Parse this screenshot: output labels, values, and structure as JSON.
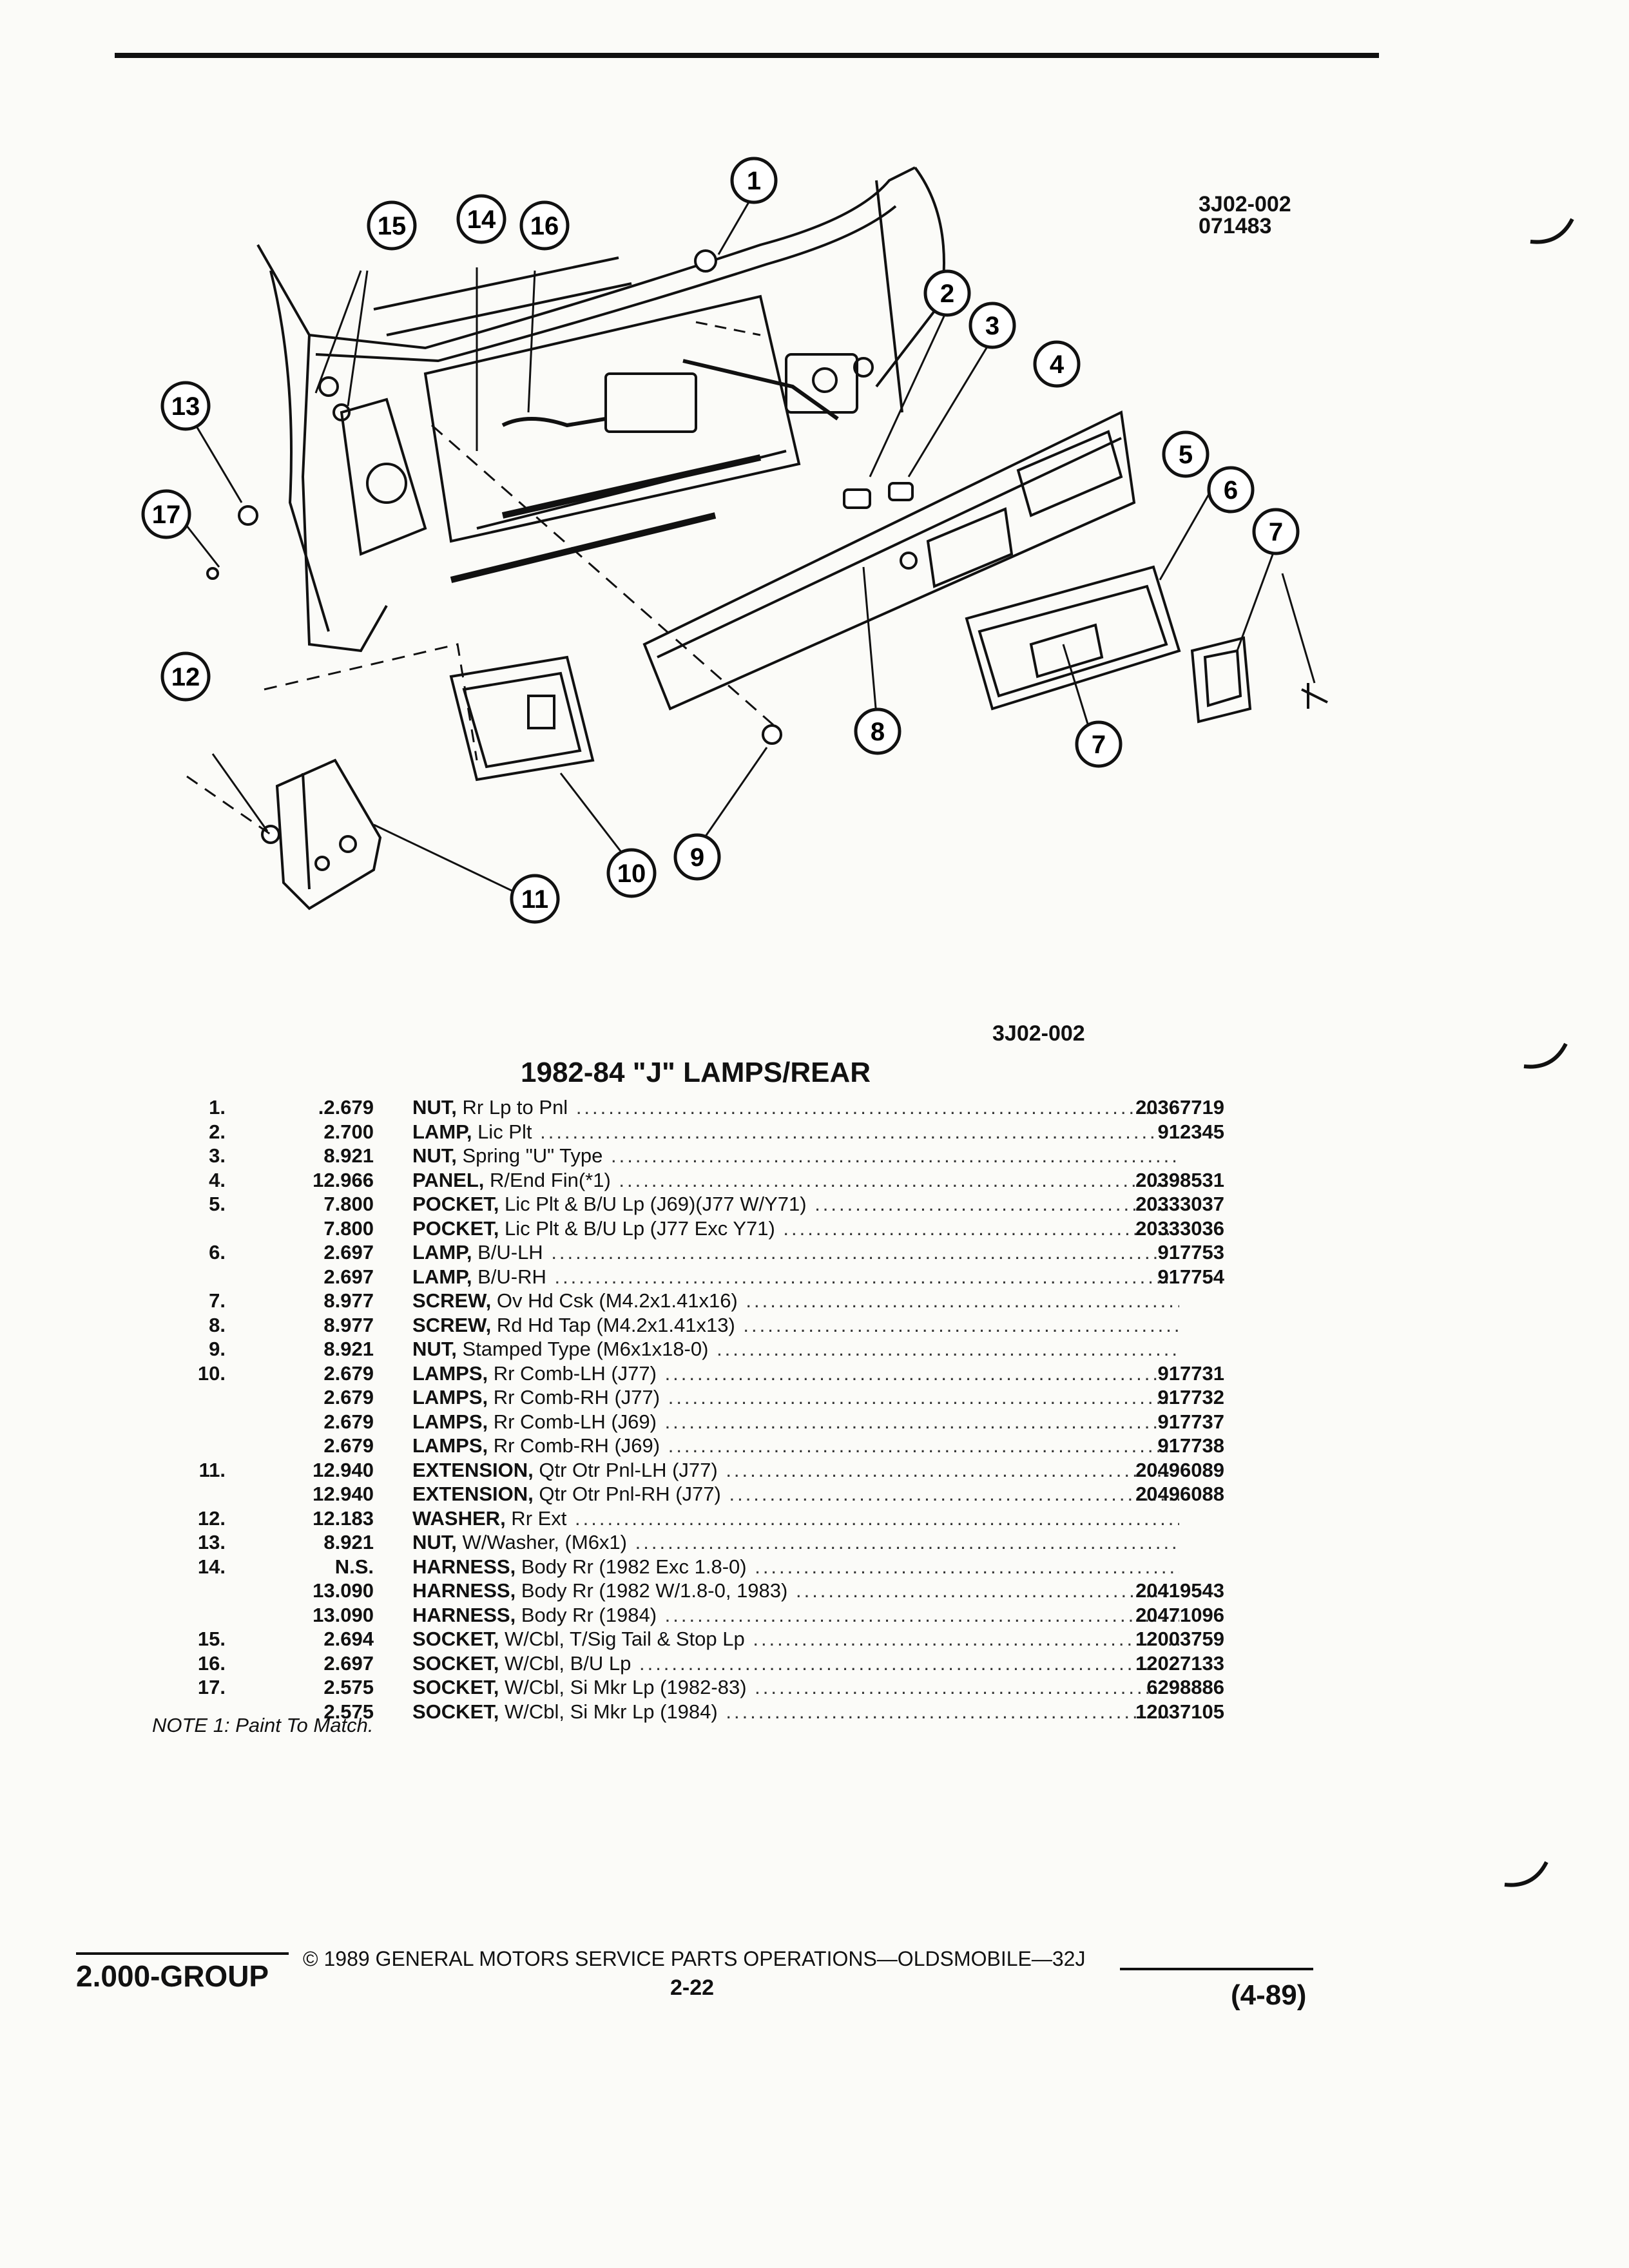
{
  "figure": {
    "code_top": "3J02-002",
    "date_top": "071483",
    "code_bottom": "3J02-002",
    "callouts": [
      "1",
      "2",
      "3",
      "4",
      "5",
      "6",
      "7",
      "7",
      "8",
      "9",
      "10",
      "11",
      "12",
      "13",
      "14",
      "15",
      "16",
      "17"
    ]
  },
  "section_title": "1982-84 \"J\" LAMPS/REAR",
  "parts": [
    {
      "idx": "1.",
      "group": ".2.679",
      "name": "NUT,",
      "desc": " Rr Lp to Pnl",
      "pn": "20367719"
    },
    {
      "idx": "2.",
      "group": "2.700",
      "name": "LAMP,",
      "desc": " Lic Plt",
      "pn": "912345"
    },
    {
      "idx": "3.",
      "group": "8.921",
      "name": "NUT,",
      "desc": " Spring \"U\" Type",
      "pn": ""
    },
    {
      "idx": "4.",
      "group": "12.966",
      "name": "PANEL,",
      "desc": " R/End Fin(*1)",
      "pn": "20398531"
    },
    {
      "idx": "5.",
      "group": "7.800",
      "name": "POCKET,",
      "desc": " Lic Plt & B/U Lp (J69)(J77 W/Y71)",
      "pn": "20333037"
    },
    {
      "idx": "",
      "group": "7.800",
      "name": "POCKET,",
      "desc": " Lic Plt & B/U Lp (J77 Exc Y71)",
      "pn": "20333036"
    },
    {
      "idx": "6.",
      "group": "2.697",
      "name": "LAMP,",
      "desc": " B/U-LH",
      "pn": "917753"
    },
    {
      "idx": "",
      "group": "2.697",
      "name": "LAMP,",
      "desc": " B/U-RH",
      "pn": "917754"
    },
    {
      "idx": "7.",
      "group": "8.977",
      "name": "SCREW,",
      "desc": " Ov Hd Csk (M4.2x1.41x16)",
      "pn": ""
    },
    {
      "idx": "8.",
      "group": "8.977",
      "name": "SCREW,",
      "desc": " Rd Hd Tap (M4.2x1.41x13)",
      "pn": ""
    },
    {
      "idx": "9.",
      "group": "8.921",
      "name": "NUT,",
      "desc": " Stamped Type (M6x1x18-0)",
      "pn": ""
    },
    {
      "idx": "10.",
      "group": "2.679",
      "name": "LAMPS,",
      "desc": " Rr Comb-LH (J77)",
      "pn": "917731"
    },
    {
      "idx": "",
      "group": "2.679",
      "name": "LAMPS,",
      "desc": " Rr Comb-RH (J77)",
      "pn": "917732"
    },
    {
      "idx": "",
      "group": "2.679",
      "name": "LAMPS,",
      "desc": " Rr Comb-LH (J69)",
      "pn": "917737"
    },
    {
      "idx": "",
      "group": "2.679",
      "name": "LAMPS,",
      "desc": " Rr Comb-RH (J69)",
      "pn": "917738"
    },
    {
      "idx": "11.",
      "group": "12.940",
      "name": "EXTENSION,",
      "desc": " Qtr Otr Pnl-LH (J77)",
      "pn": "20496089"
    },
    {
      "idx": "",
      "group": "12.940",
      "name": "EXTENSION,",
      "desc": " Qtr Otr Pnl-RH (J77)",
      "pn": "20496088"
    },
    {
      "idx": "12.",
      "group": "12.183",
      "name": "WASHER,",
      "desc": " Rr Ext",
      "pn": ""
    },
    {
      "idx": "13.",
      "group": "8.921",
      "name": "NUT,",
      "desc": " W/Washer, (M6x1)",
      "pn": ""
    },
    {
      "idx": "14.",
      "group": "N.S.",
      "name": "HARNESS,",
      "desc": " Body Rr (1982 Exc 1.8-0)",
      "pn": ""
    },
    {
      "idx": "",
      "group": "13.090",
      "name": "HARNESS,",
      "desc": " Body Rr (1982 W/1.8-0, 1983)",
      "pn": "20419543"
    },
    {
      "idx": "",
      "group": "13.090",
      "name": "HARNESS,",
      "desc": " Body Rr (1984)",
      "pn": "20471096"
    },
    {
      "idx": "15.",
      "group": "2.694",
      "name": "SOCKET,",
      "desc": " W/Cbl, T/Sig Tail & Stop Lp",
      "pn": "12003759"
    },
    {
      "idx": "16.",
      "group": "2.697",
      "name": "SOCKET,",
      "desc": " W/Cbl, B/U Lp",
      "pn": "12027133"
    },
    {
      "idx": "17.",
      "group": "2.575",
      "name": "SOCKET,",
      "desc": " W/Cbl, Si Mkr Lp (1982-83)",
      "pn": "6298886"
    },
    {
      "idx": "",
      "group": "2.575",
      "name": "SOCKET,",
      "desc": " W/Cbl, Si Mkr Lp (1984)",
      "pn": "12037105"
    }
  ],
  "note": "NOTE 1: Paint To Match.",
  "footer": {
    "group": "2.000-GROUP",
    "copyright": "© 1989 GENERAL MOTORS SERVICE PARTS OPERATIONS—OLDSMOBILE—32J",
    "page": "2-22",
    "date": "(4-89)"
  }
}
